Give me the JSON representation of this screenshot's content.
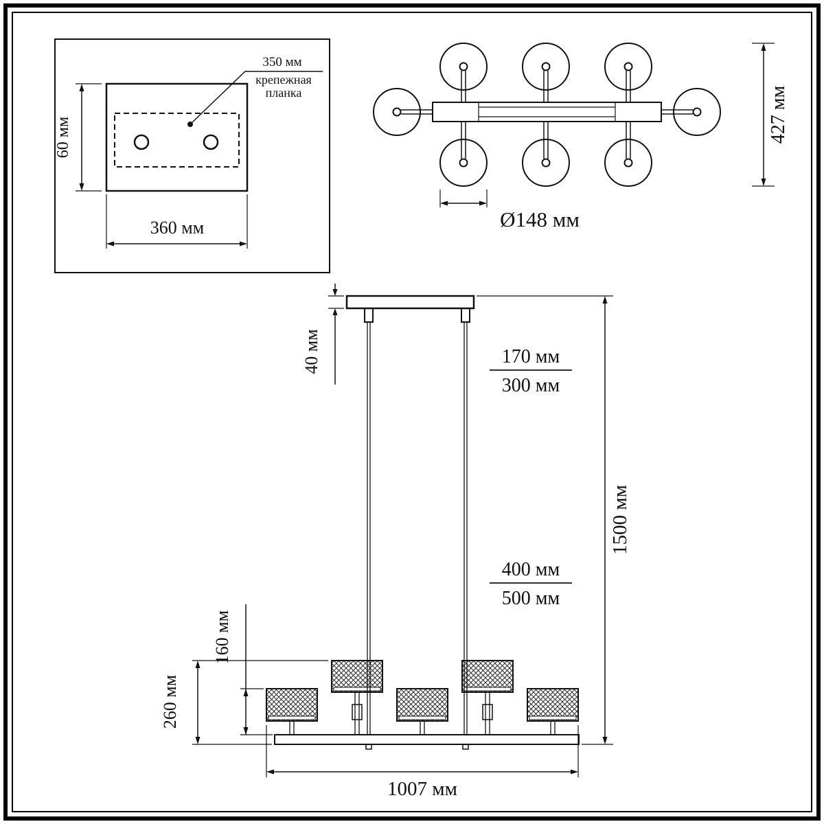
{
  "mounting_plate_view": {
    "callout_value": "350 мм",
    "callout_caption_line1": "крепежная",
    "callout_caption_line2": "планка",
    "height": "60 мм",
    "width": "360 мм"
  },
  "top_view": {
    "overall_depth": "427 мм",
    "shade_diameter": "Ø148 мм"
  },
  "front_view": {
    "canopy_height": "40 мм",
    "suspension_min": "170 мм",
    "suspension_max": "300 мм",
    "rod_min": "400 мм",
    "rod_max": "500 мм",
    "total_height": "1500 мм",
    "front_lamp_height": "160 мм",
    "rear_lamp_height": "260 мм",
    "total_width": "1007 мм"
  }
}
